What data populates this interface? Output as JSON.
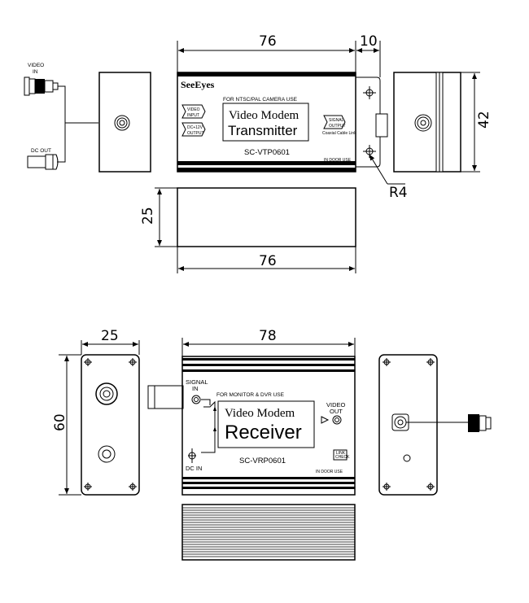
{
  "transmitter": {
    "video_in_label": [
      "VIDEO",
      "IN"
    ],
    "dc_out_label": "DC OUT",
    "dim_length": "76",
    "dim_tab": "10",
    "dim_height": "42",
    "dim_depth": "25",
    "dim_length_bottom": "76",
    "radius_label": "R4",
    "brand": "SeeEyes",
    "usage_note": "FOR NTSC/PAL CAMERA USE",
    "title_line1": "Video Modem",
    "title_line2": "Transmitter",
    "video_input_label": [
      "VIDEO",
      "INPUT"
    ],
    "dc_output_label": [
      "DC+12V",
      "OUTPUT"
    ],
    "signal_output_label": [
      "SIGNAL",
      "OUTPUT"
    ],
    "cable_note": "Coaxial Cable Link",
    "model": "SC-VTP0601",
    "indoor": "IN DOOR USE"
  },
  "receiver": {
    "dim_depth": "25",
    "dim_length": "78",
    "dim_height": "60",
    "signal_in_label": [
      "SIGNAL",
      "IN"
    ],
    "usage_note": "FOR MONITOR  & DVR USE",
    "title_line1": "Video Modem",
    "title_line2": "Receiver",
    "video_out_label": [
      "VIDEO",
      "OUT"
    ],
    "model": "SC-VRP0601",
    "link_check_label": [
      "LINK",
      "CHECK"
    ],
    "dc_in_label": "DC IN",
    "indoor": "IN DOOR USE"
  }
}
